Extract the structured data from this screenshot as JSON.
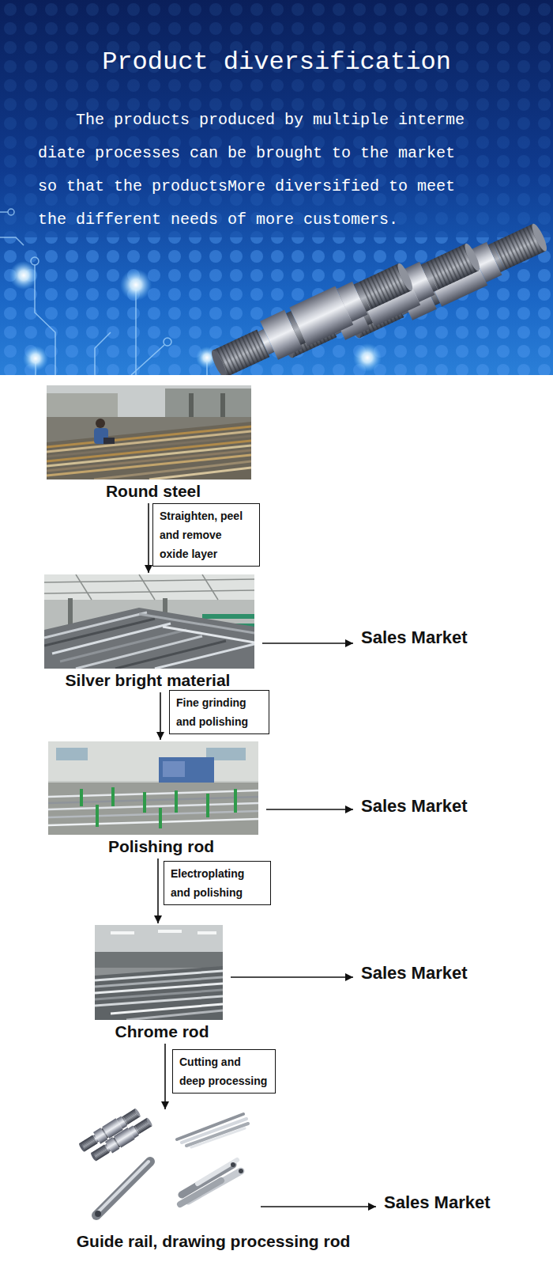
{
  "diagram": {
    "title": "Product diversification",
    "nodes": [
      {
        "text": [
          "Round steel"
        ]
      },
      {
        "text": [
          "Straighten, peel and remove oxide layer"
        ]
      },
      {
        "text": [
          "Silver bright material"
        ]
      },
      {
        "text": [
          "Sales Market"
        ]
      },
      {
        "text": [
          "Fine grinding and polishing"
        ]
      },
      {
        "text": [
          "Polishing rod"
        ]
      },
      {
        "text": [
          "Sales Market"
        ]
      },
      {
        "text": [
          "Electroplating and polishing"
        ]
      },
      {
        "text": [
          "Chrome rod"
        ]
      },
      {
        "text": [
          "Sales Market"
        ]
      },
      {
        "text": [
          "Cutting and deep processing"
        ]
      },
      {
        "text": [
          "Guide rail, drawing processing rod"
        ]
      },
      {
        "text": [
          "Sales Market"
        ]
      }
    ],
    "edges": [
      {
        "from": 0,
        "to": 2,
        "arrow": "to"
      },
      {
        "from": 2,
        "to": 3,
        "arrow": "to"
      },
      {
        "from": 2,
        "to": 5,
        "arrow": "to"
      },
      {
        "from": 5,
        "to": 6,
        "arrow": "to"
      },
      {
        "from": 5,
        "to": 8,
        "arrow": "to"
      },
      {
        "from": 8,
        "to": 9,
        "arrow": "to"
      },
      {
        "from": 8,
        "to": 11,
        "arrow": "to"
      },
      {
        "from": 11,
        "to": 12,
        "arrow": "to"
      }
    ],
    "labels": [
      "The products produced by multiple intermediate processes can be brought to the market so that the productsMore diversified to meet the different needs of more customers."
    ]
  }
}
